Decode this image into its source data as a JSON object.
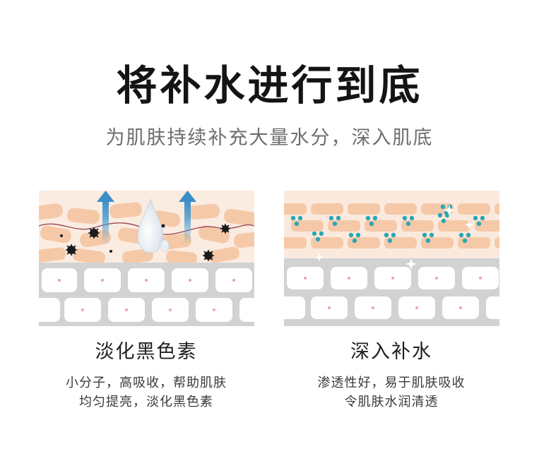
{
  "header": {
    "title": "将补水进行到底",
    "subtitle": "为肌肤持续补充大量水分，深入肌底"
  },
  "colors": {
    "skin_cell": "#f5c9a8",
    "skin_bg": "#fbe9dd",
    "lower_bg": "#d2d2d2",
    "lower_cell": "#ffffff",
    "nucleus": "#e7a7a7",
    "arrow": "#4a9ed0",
    "water_dot": "#2aa7b6",
    "melanin": "#1b1b1b"
  },
  "panels": [
    {
      "name": "melanin",
      "icons": [
        "up-arrow-icon",
        "water-drop-icon",
        "melanin-particle-icon"
      ],
      "caption_title": "淡化黑色素",
      "caption_line1": "小分子，高吸收，帮助肌肤",
      "caption_line2": "均匀提亮，淡化黑色素"
    },
    {
      "name": "hydration",
      "icons": [
        "water-molecule-icon",
        "sparkle-icon"
      ],
      "caption_title": "深入补水",
      "caption_line1": "渗透性好，易于肌肤吸收",
      "caption_line2": "令肌肤水润清透"
    }
  ]
}
